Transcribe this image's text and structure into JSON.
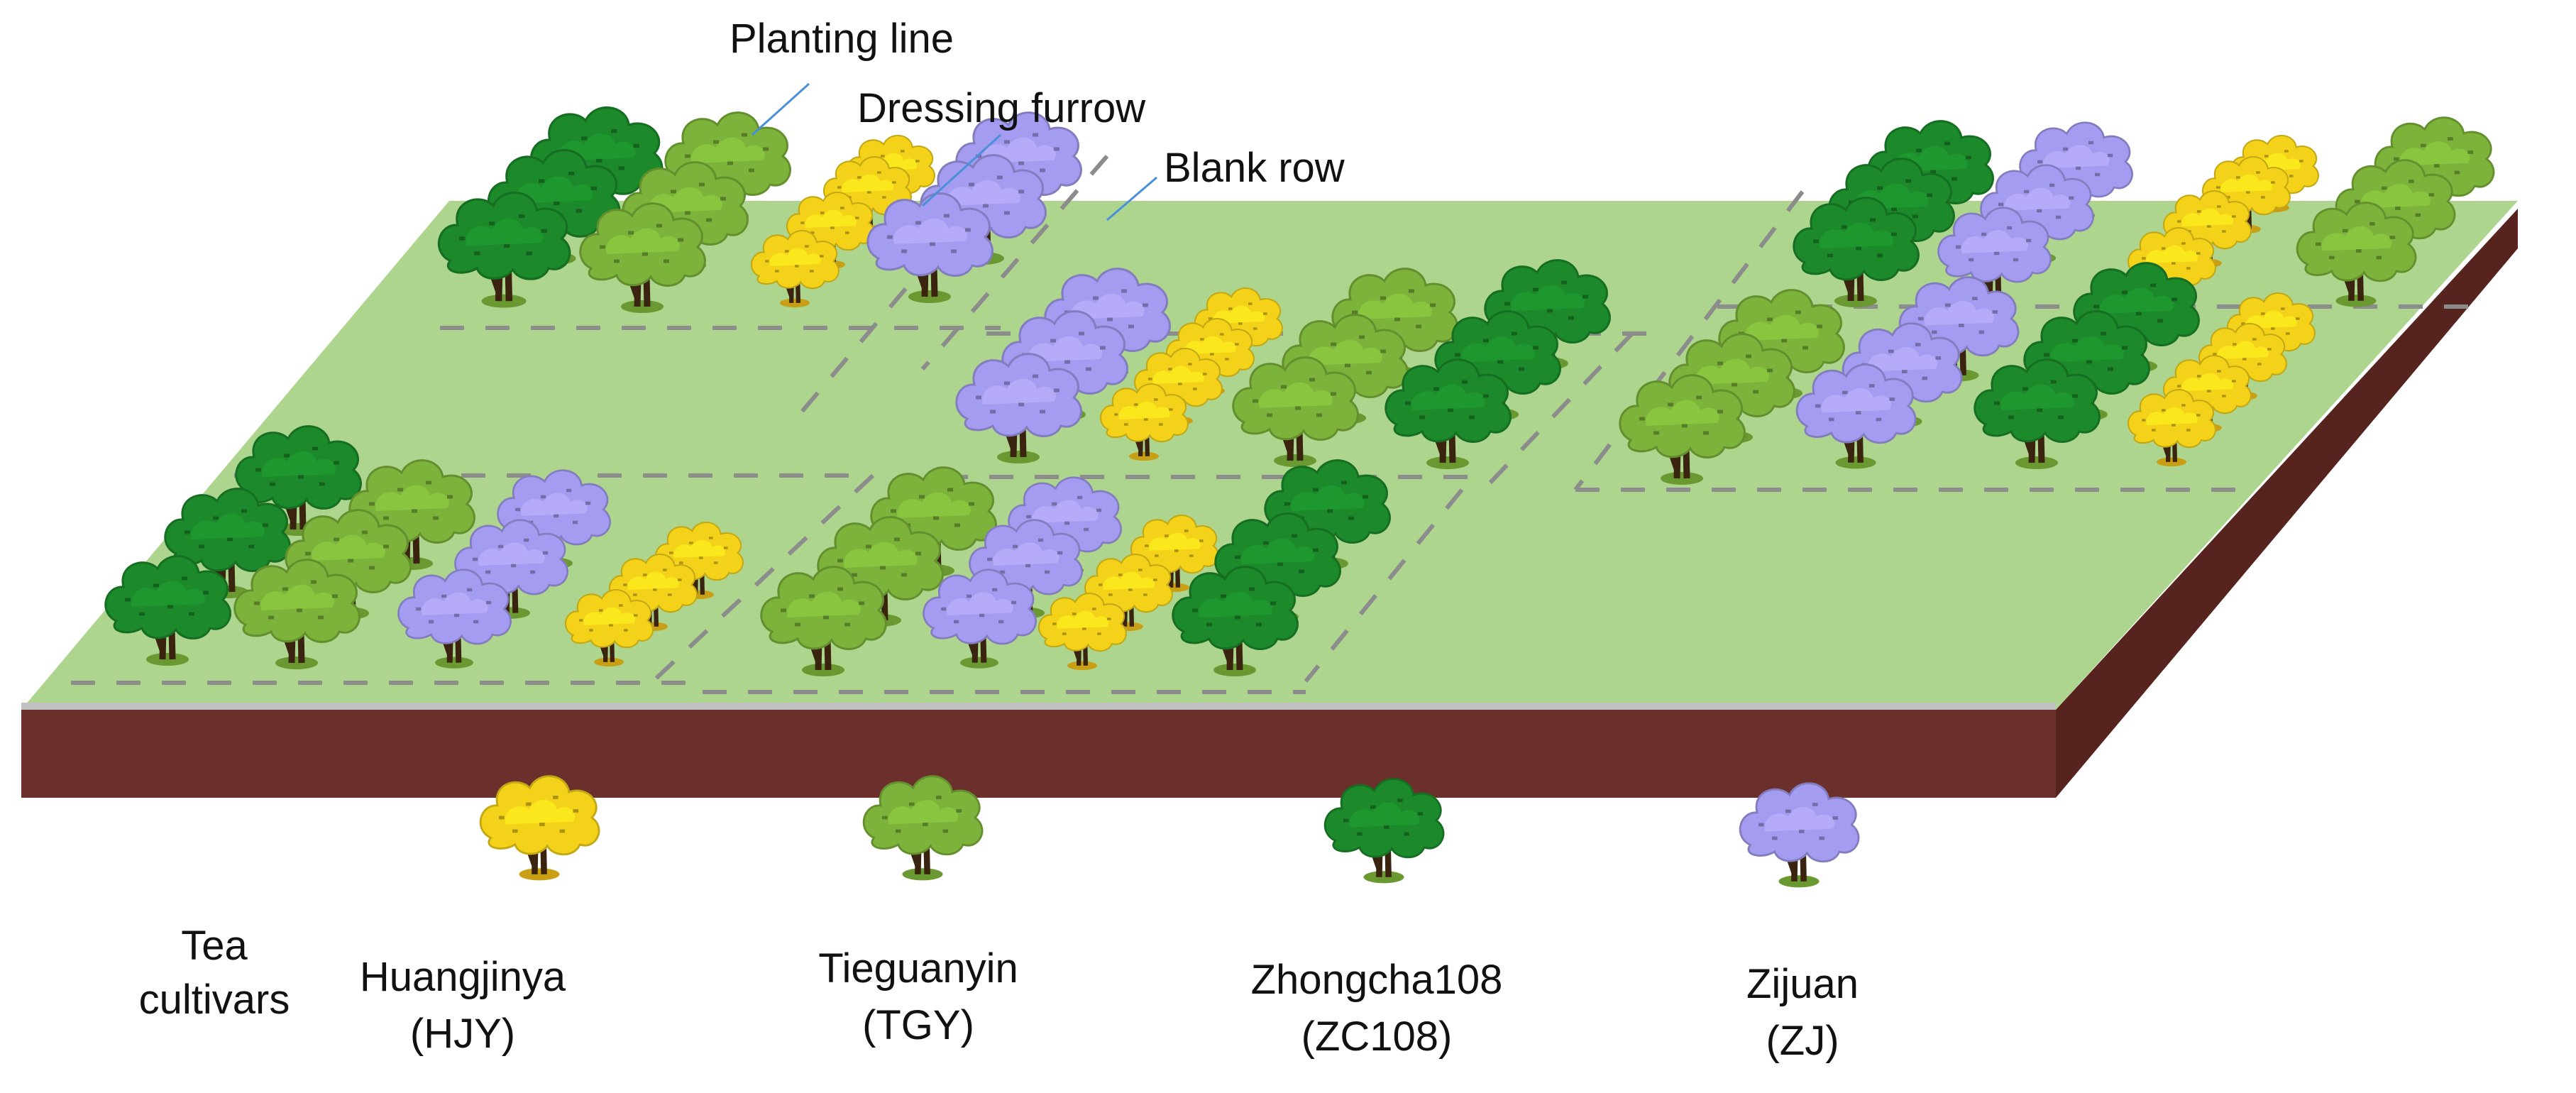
{
  "labels": {
    "planting_line": "Planting line",
    "dressing_furrow": "Dressing furrow",
    "blank_row": "Blank row"
  },
  "legend": {
    "title_line1": "Tea",
    "title_line2": "cultivars",
    "items": [
      {
        "key": "HJY",
        "name": "Huangjinya",
        "abbr": "(HJY)"
      },
      {
        "key": "TGY",
        "name": "Tieguanyin",
        "abbr": "(TGY)"
      },
      {
        "key": "ZC108",
        "name": "Zhongcha108",
        "abbr": "(ZC108)"
      },
      {
        "key": "ZJ",
        "name": "Zijuan",
        "abbr": "(ZJ)"
      }
    ]
  },
  "colors": {
    "HJY": "#f4d21a",
    "TGY": "#7db33a",
    "ZC108": "#1c8a2a",
    "ZJ": "#a49cf0",
    "field_top": "#add58e",
    "field_front": "#6b2f2c",
    "field_side": "#57231f",
    "furrow": "#8c8c8c",
    "leader": "#4a90d9"
  }
}
